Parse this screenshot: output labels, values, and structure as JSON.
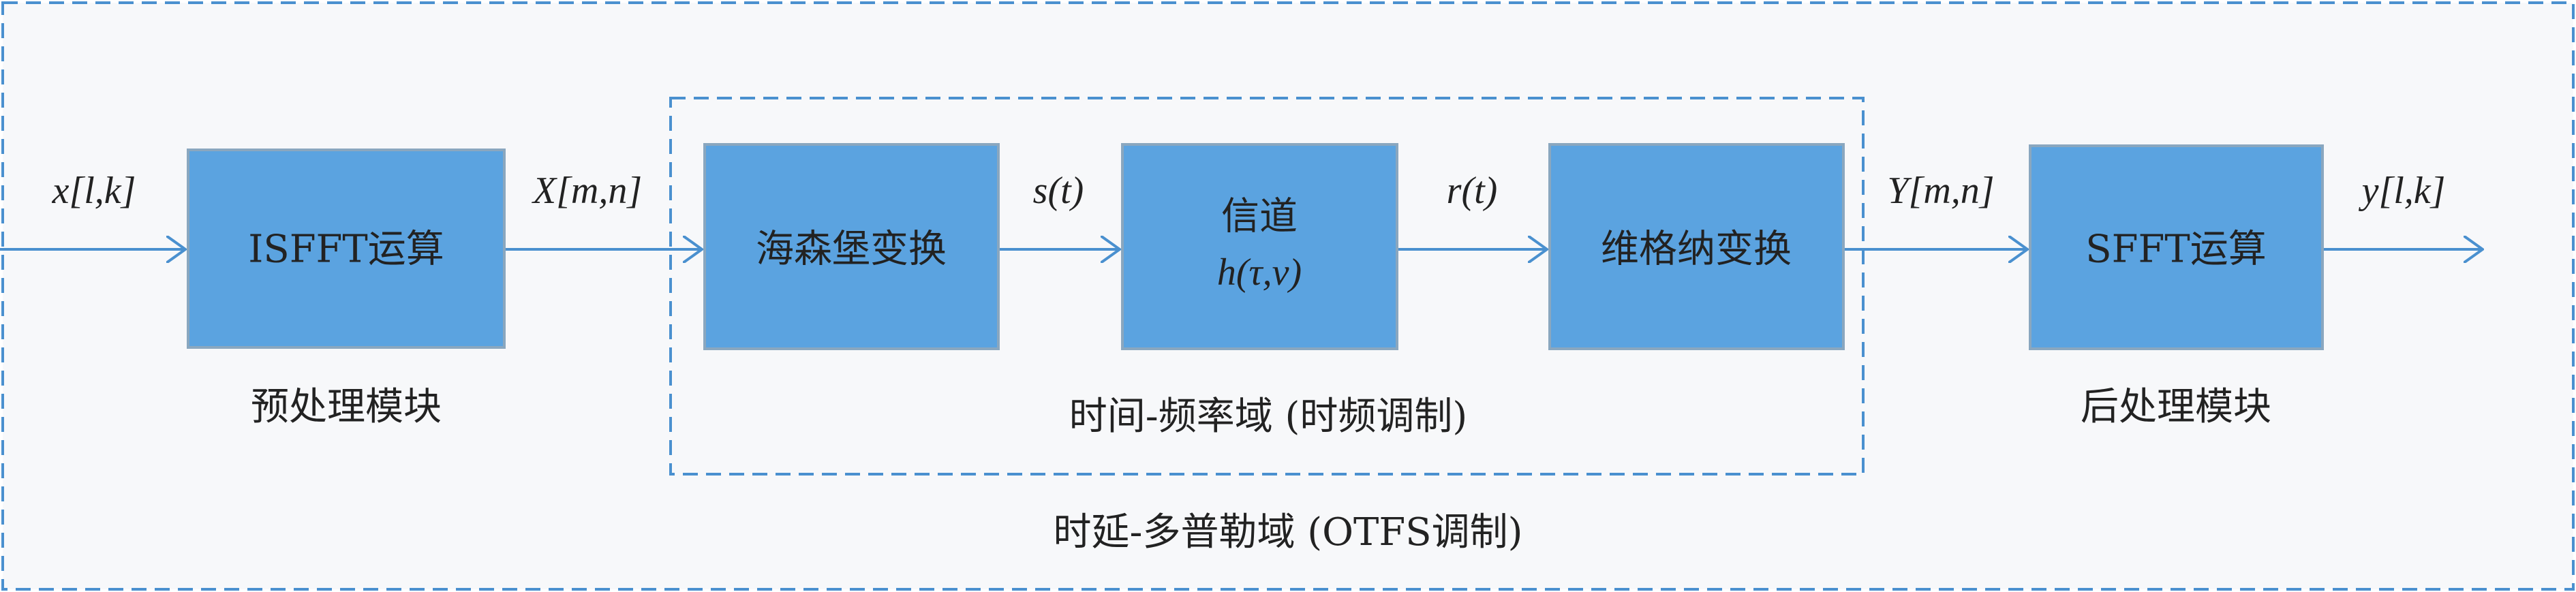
{
  "outer_region": {
    "label": "时延-多普勒域 (OTFS调制)"
  },
  "inner_region": {
    "label": "时间-频率域 (时频调制)"
  },
  "blocks": {
    "isfft": {
      "label": "ISFFT运算",
      "caption": "预处理模块"
    },
    "heisenberg": {
      "label": "海森堡变换"
    },
    "channel": {
      "label": "信道",
      "formula": "h(τ,v)"
    },
    "wigner": {
      "label": "维格纳变换"
    },
    "sfft": {
      "label": "SFFT运算",
      "caption": "后处理模块"
    }
  },
  "signals": {
    "input": "x[l,k]",
    "after_isfft": "X[m,n]",
    "after_heisenberg": "s(t)",
    "after_channel": "r(t)",
    "after_wigner": "Y[m,n]",
    "output": "y[l,k]"
  },
  "colors": {
    "block_fill": "#5ba3e0",
    "block_stroke": "#8aa7bf",
    "arrow": "#4a90cf",
    "dashed_border": "#4a90cf",
    "background": "#f7f8fa",
    "text": "#222222"
  }
}
